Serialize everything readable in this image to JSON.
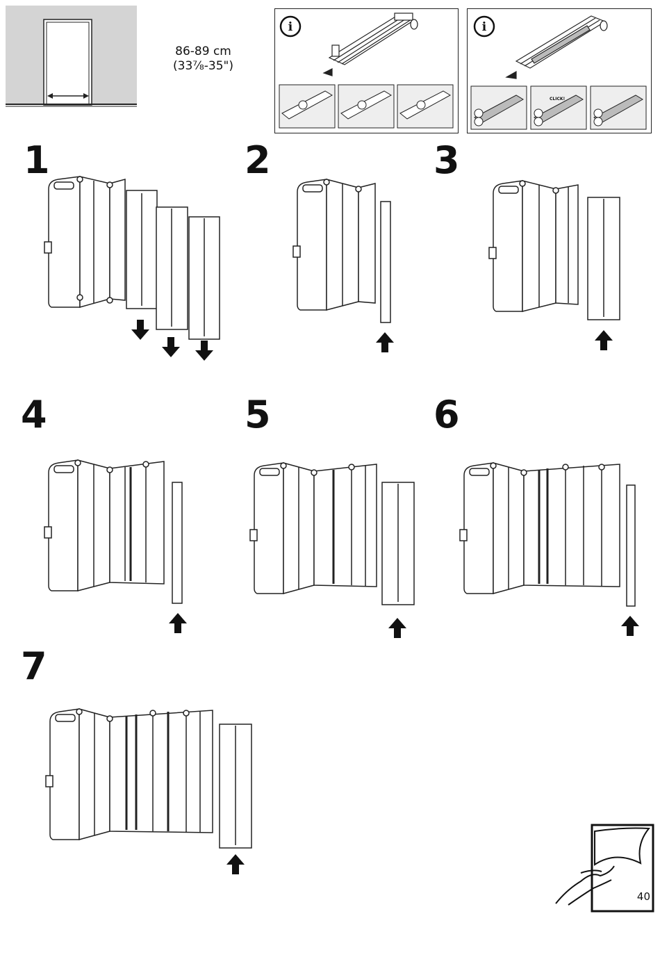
{
  "measurement": {
    "metric": "86-89 cm",
    "imperial": "(33⅞-35\")"
  },
  "info_panels": [
    {
      "icon": "info-icon",
      "label": "i"
    },
    {
      "icon": "info-icon",
      "label": "i"
    }
  ],
  "click_label": "CLICK!",
  "steps": [
    "1",
    "2",
    "3",
    "4",
    "5",
    "6",
    "7"
  ],
  "page_number": "40"
}
